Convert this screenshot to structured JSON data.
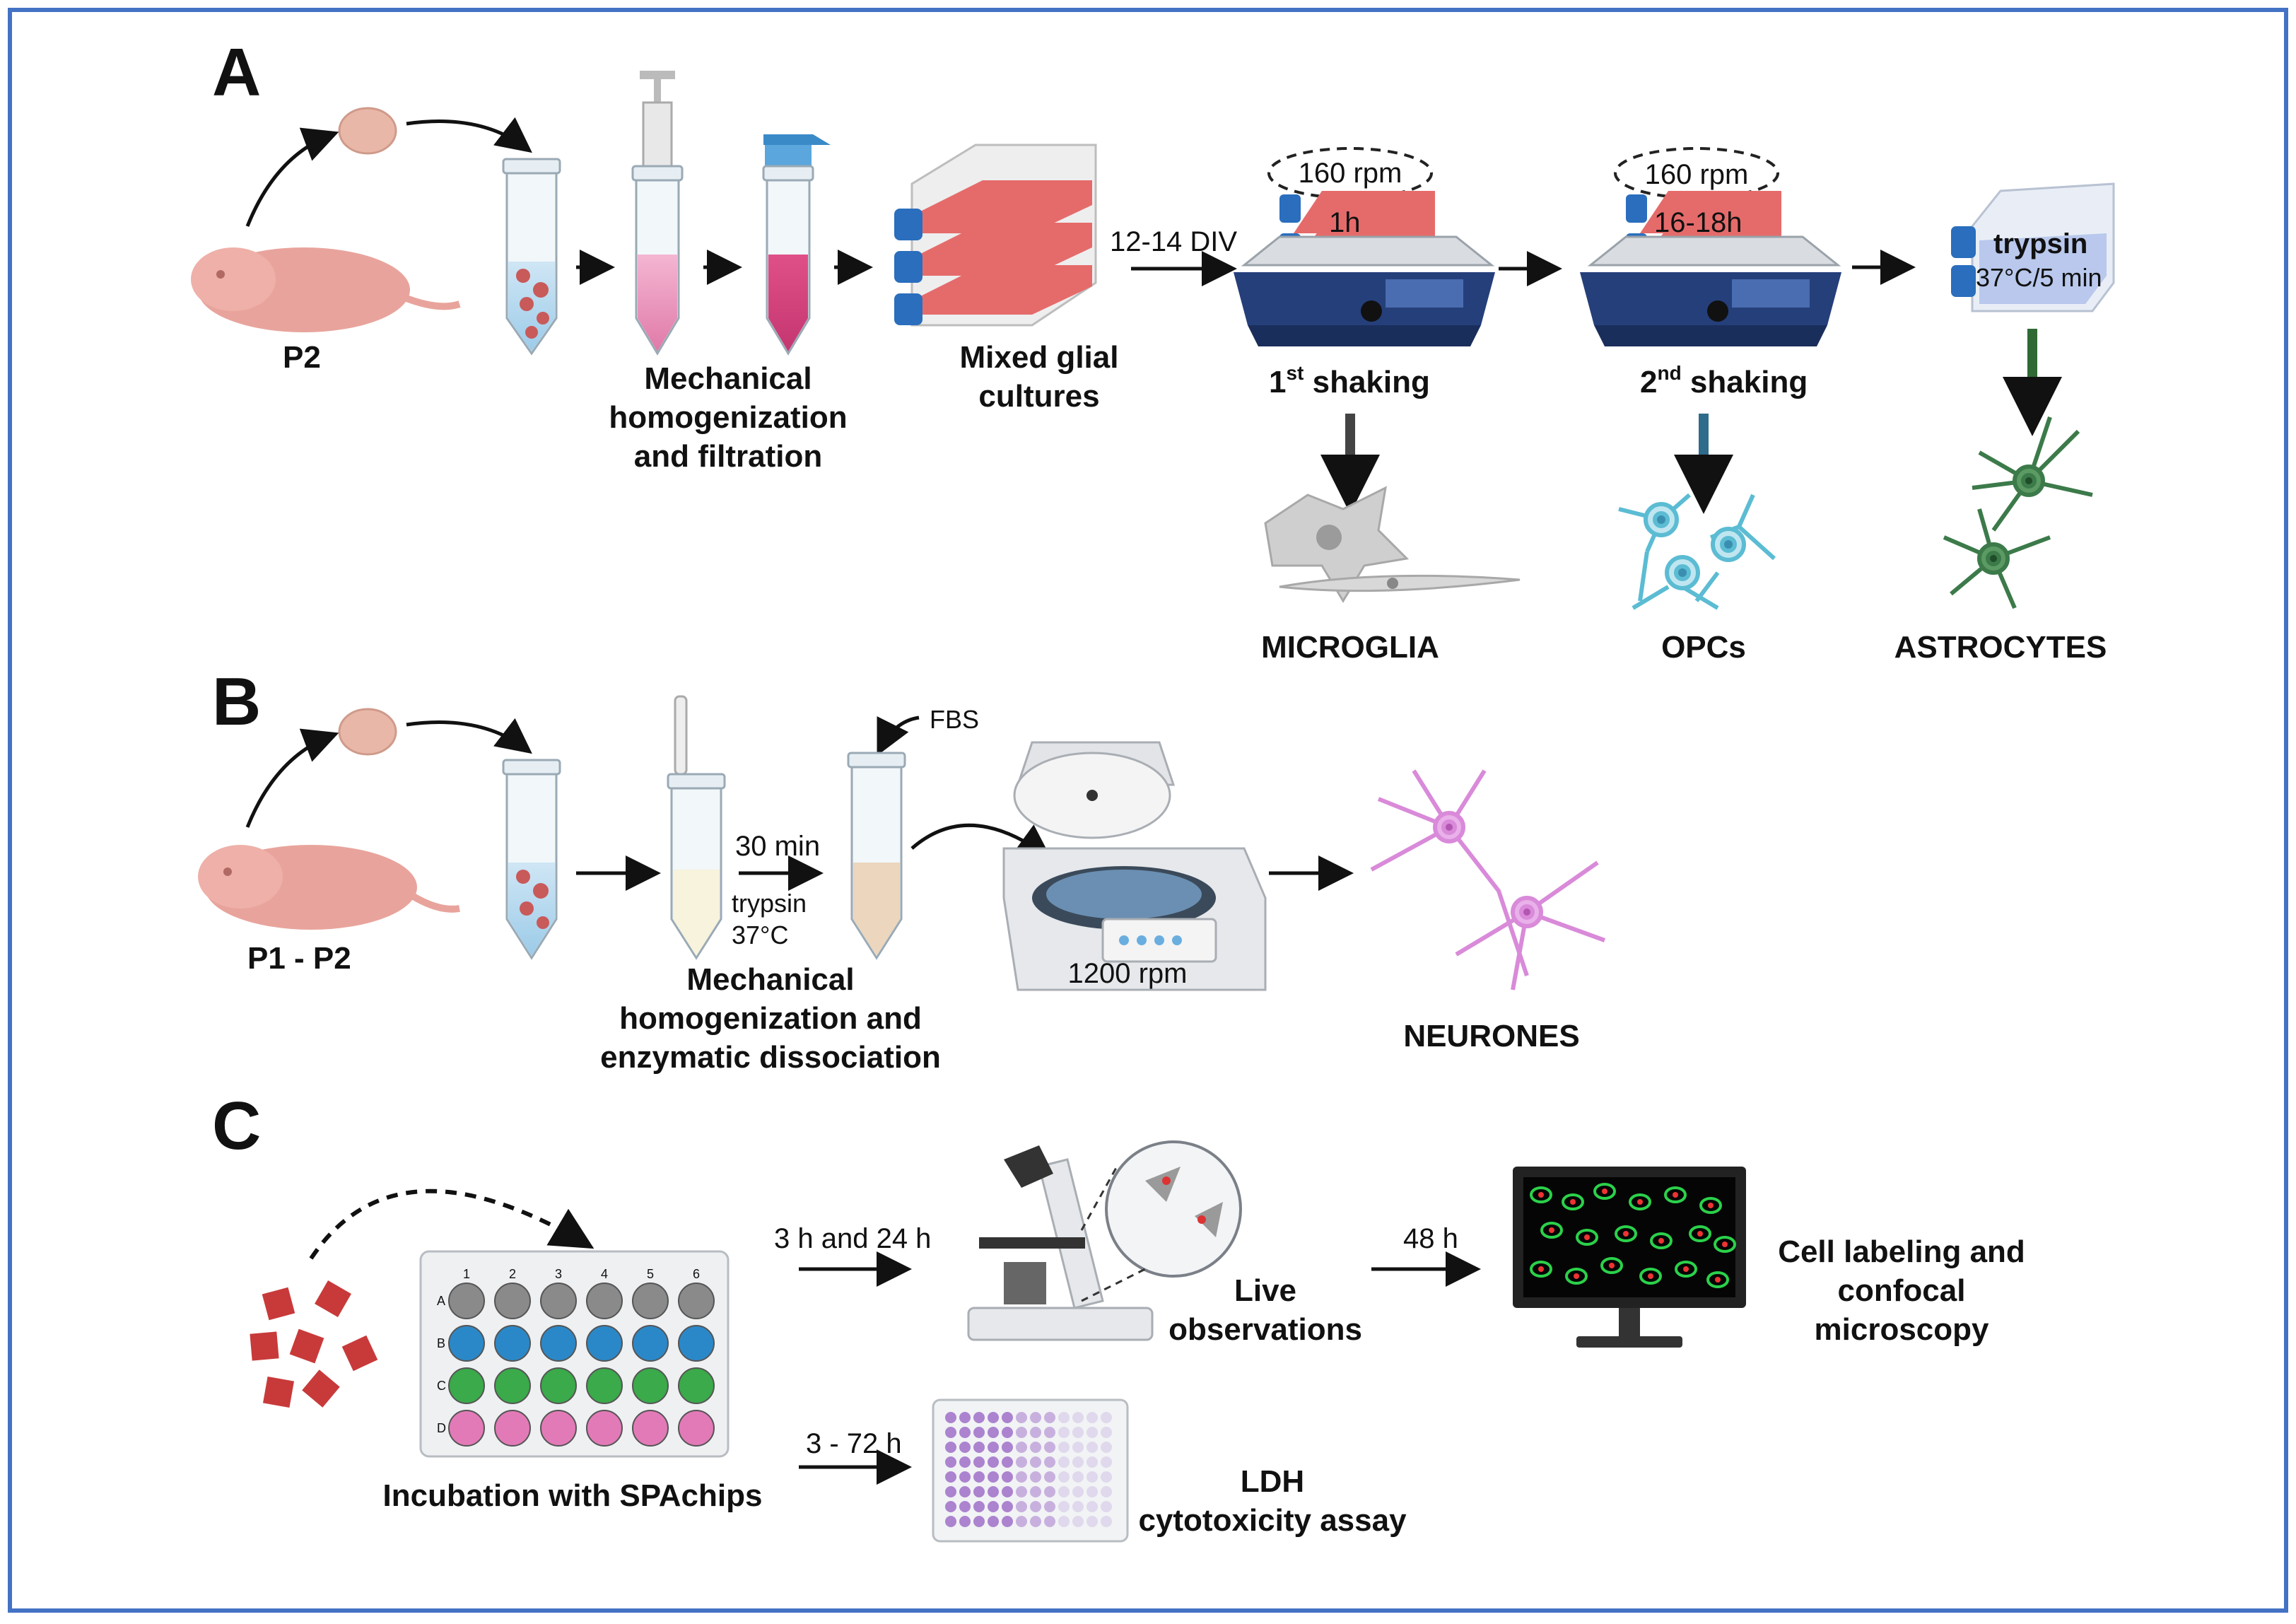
{
  "panels": {
    "a": "A",
    "b": "B",
    "c": "C"
  },
  "section_a": {
    "age": "P2",
    "homogenization": [
      "Mechanical",
      "homogenization",
      "and filtration"
    ],
    "mixed_cultures": [
      "Mixed glial",
      "cultures"
    ],
    "div": "12-14 DIV",
    "shake1": {
      "rpm": "160 rpm",
      "time": "1h",
      "label_pre": "1",
      "label_sup": "st",
      "label_post": " shaking"
    },
    "shake2": {
      "rpm": "160 rpm",
      "time": "16-18h",
      "label_pre": "2",
      "label_sup": "nd",
      "label_post": " shaking"
    },
    "trypsin": {
      "name": "trypsin",
      "cond": "37°C/5 min"
    },
    "cells": [
      "MICROGLIA",
      "OPCs",
      "ASTROCYTES"
    ]
  },
  "section_b": {
    "age": "P1 - P2",
    "time": "30 min",
    "trypsin": "trypsin",
    "temp": "37°C",
    "fbs": "FBS",
    "rpm": "1200 rpm",
    "process": [
      "Mechanical",
      "homogenization and",
      "enzymatic dissociation"
    ],
    "cell": "NEURONES"
  },
  "section_c": {
    "plate_cols": [
      "1",
      "2",
      "3",
      "4",
      "5",
      "6"
    ],
    "plate_rows": [
      "A",
      "B",
      "C",
      "D"
    ],
    "incubation": "Incubation with SPAchips",
    "time1": "3 h and 24 h",
    "live": [
      "Live",
      "observations"
    ],
    "time2": "48 h",
    "confocal": [
      "Cell labeling and",
      "confocal",
      "microscopy"
    ],
    "time3": "3 - 72 h",
    "ldh": [
      "LDH",
      "cytotoxicity assay"
    ]
  },
  "colors": {
    "frame": "#4472c4",
    "pup": "#e8a49c",
    "flask_red": "#e56b6b",
    "cap_blue": "#2a6ebd",
    "shaker": "#253f7a",
    "microglia": "#cfcfcf",
    "opc": "#5bbcd3",
    "astro": "#3c7a4a",
    "neuron": "#d98ad9",
    "plate_gray": "#8a8a8a",
    "plate_blue": "#2b88c8",
    "plate_green": "#3aaa4a",
    "plate_pink": "#e37ab8",
    "chip_red": "#c83a3a"
  }
}
